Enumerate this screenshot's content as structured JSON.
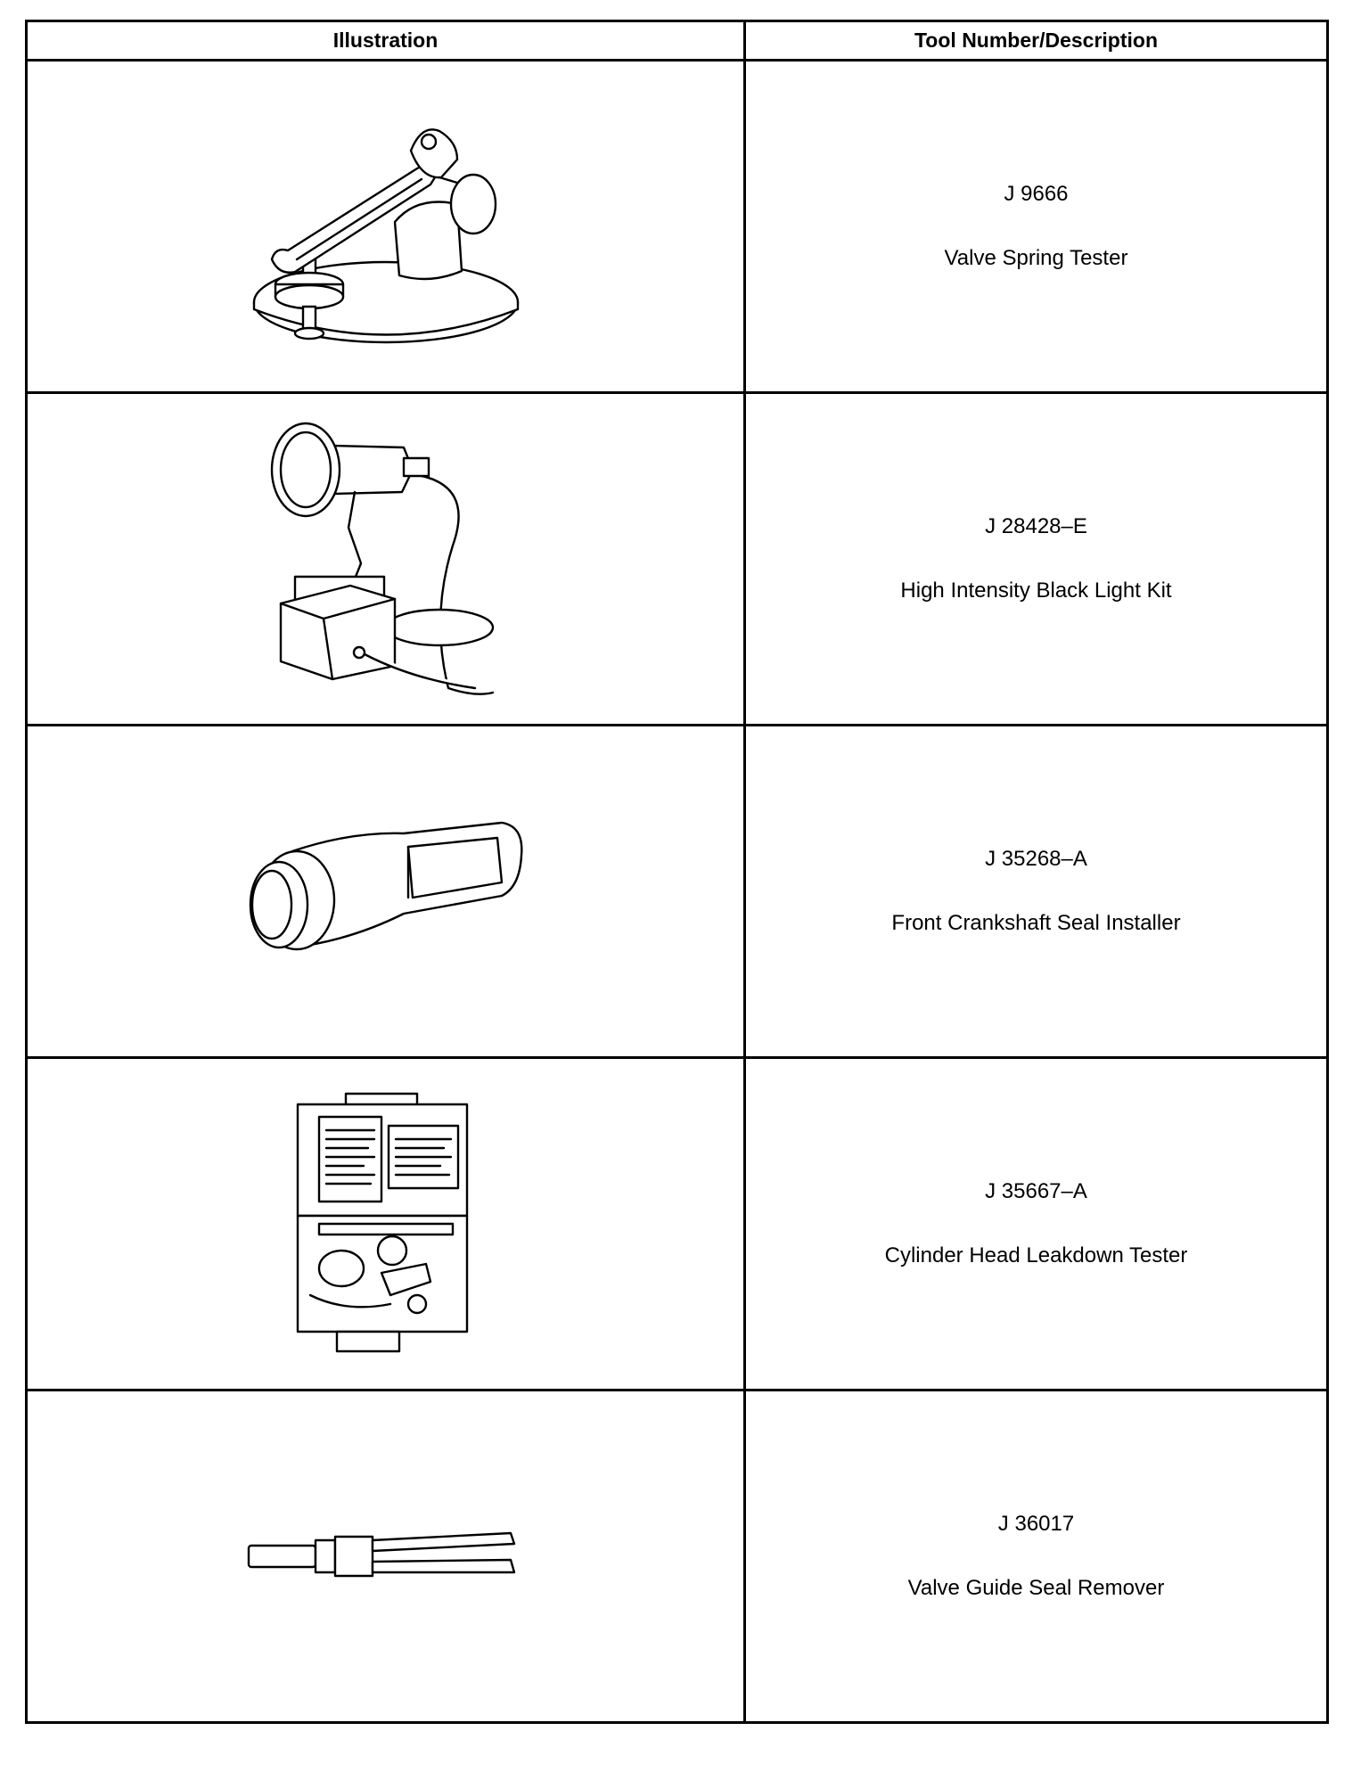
{
  "table": {
    "headers": {
      "illustration": "Illustration",
      "tool": "Tool Number/Description"
    },
    "rows": [
      {
        "number": "J 9666",
        "description": "Valve Spring Tester",
        "icon": "valve-spring-tester-icon"
      },
      {
        "number": "J 28428–E",
        "description": "High Intensity Black Light Kit",
        "icon": "black-light-kit-icon"
      },
      {
        "number": "J 35268–A",
        "description": "Front Crankshaft Seal Installer",
        "icon": "seal-installer-icon"
      },
      {
        "number": "J 35667–A",
        "description": "Cylinder Head Leakdown Tester",
        "icon": "leakdown-tester-case-icon"
      },
      {
        "number": "J 36017",
        "description": "Valve Guide Seal Remover",
        "icon": "seal-remover-icon"
      }
    ]
  }
}
